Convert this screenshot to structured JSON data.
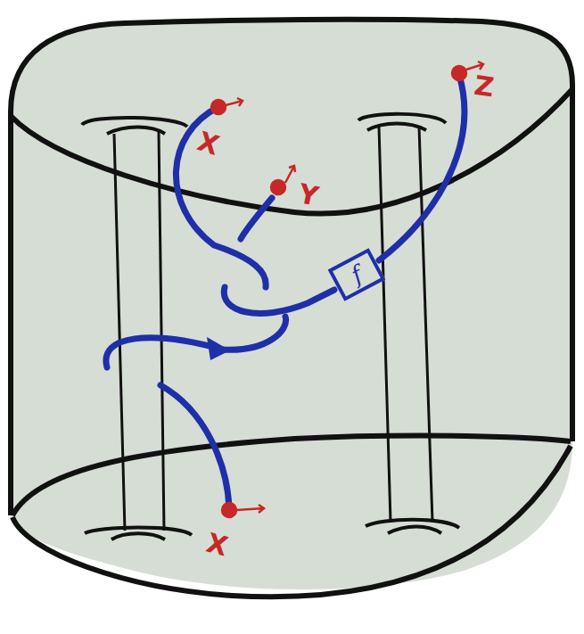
{
  "diagram": {
    "nodes": [
      {
        "text": [
          "f"
        ]
      }
    ],
    "labels": [
      "X",
      "Y",
      "Z",
      "X"
    ]
  }
}
